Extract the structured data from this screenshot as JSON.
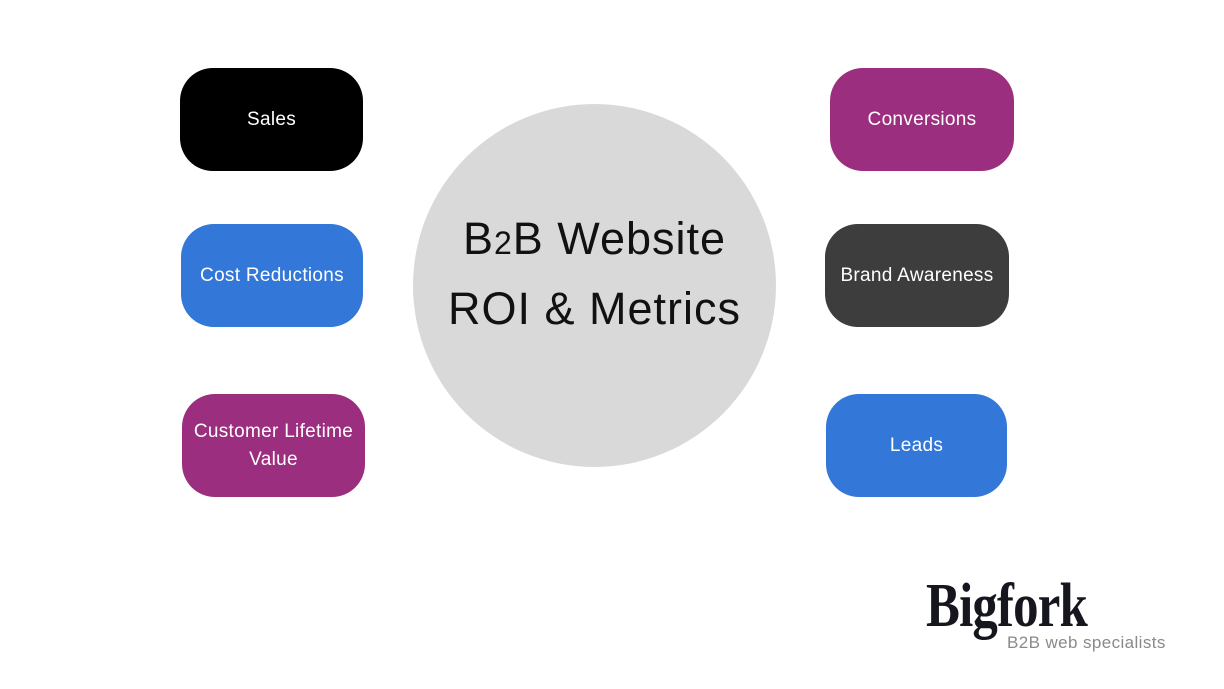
{
  "center": {
    "line1_prefix": "B",
    "line1_sub": "2",
    "line1_suffix": "B Website",
    "line2": "ROI & Metrics",
    "bg_color": "#d9d9d9",
    "text_color": "#111111"
  },
  "pills": [
    {
      "label": "Sales",
      "color": "#000000"
    },
    {
      "label": "Cost Reductions",
      "color": "#3377d9"
    },
    {
      "label": "Customer Lifetime Value",
      "color": "#9c2e7f"
    },
    {
      "label": "Conversions",
      "color": "#9c2e7f"
    },
    {
      "label": "Brand Awareness",
      "color": "#3d3d3d"
    },
    {
      "label": "Leads",
      "color": "#3377d9"
    }
  ],
  "logo": {
    "name": "Bigfork",
    "tagline": "B2B web specialists",
    "name_color": "#16161e",
    "tagline_color": "#8a8a8a"
  }
}
